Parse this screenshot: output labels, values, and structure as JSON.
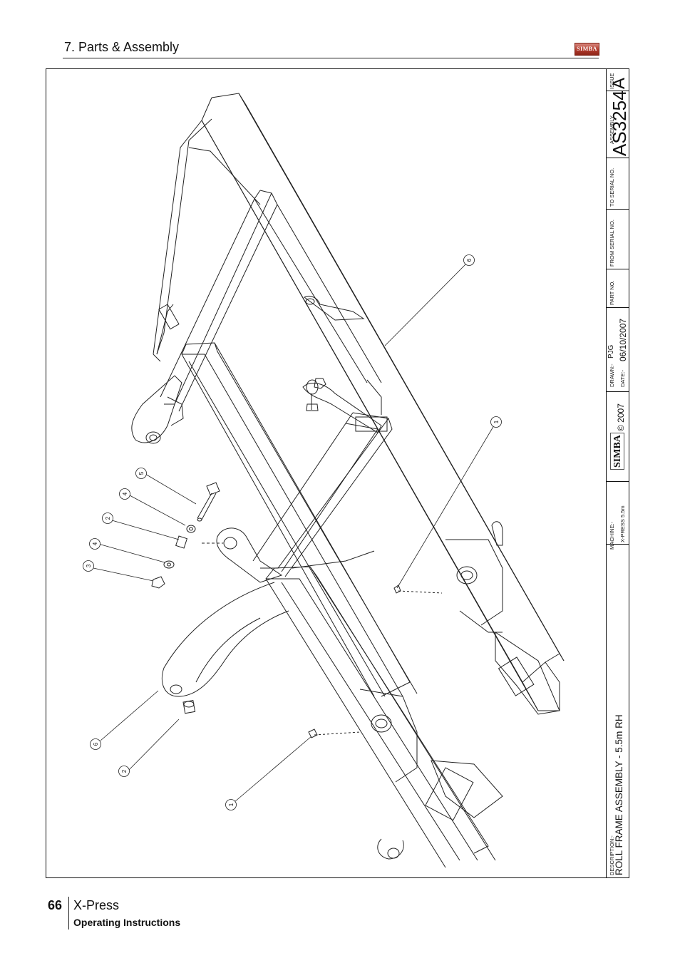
{
  "header": {
    "section_title": "7. Parts & Assembly",
    "logo_text": "SIMBA"
  },
  "title_block": {
    "issue_label": "ISSUE",
    "issue_value": "A",
    "assembly_label": "ASSEMBLY",
    "assembly_value": "AS3254",
    "to_serial_label": "TO SERIAL NO.",
    "from_serial_label": "FROM SERIAL NO.",
    "part_no_label": "PART NO.",
    "drawn_label": "DRAWN:-",
    "drawn_value": "PJG",
    "date_label": "DATE:-",
    "date_value": "06/10/2007",
    "copyright": "© 2007",
    "brand": "SIMBA",
    "machine_label": "MACHINE:-",
    "machine_value": "X-PRESS 5.5m",
    "description_label": "DESCRIPTION:-",
    "description_value": "ROLL FRAME ASSEMBLY  - 5.5m RH"
  },
  "callouts": [
    "6",
    "1",
    "5",
    "4",
    "2",
    "4",
    "3",
    "6",
    "2",
    "1"
  ],
  "footer": {
    "page_number": "66",
    "product": "X-Press",
    "manual_type": "Operating Instructions"
  }
}
